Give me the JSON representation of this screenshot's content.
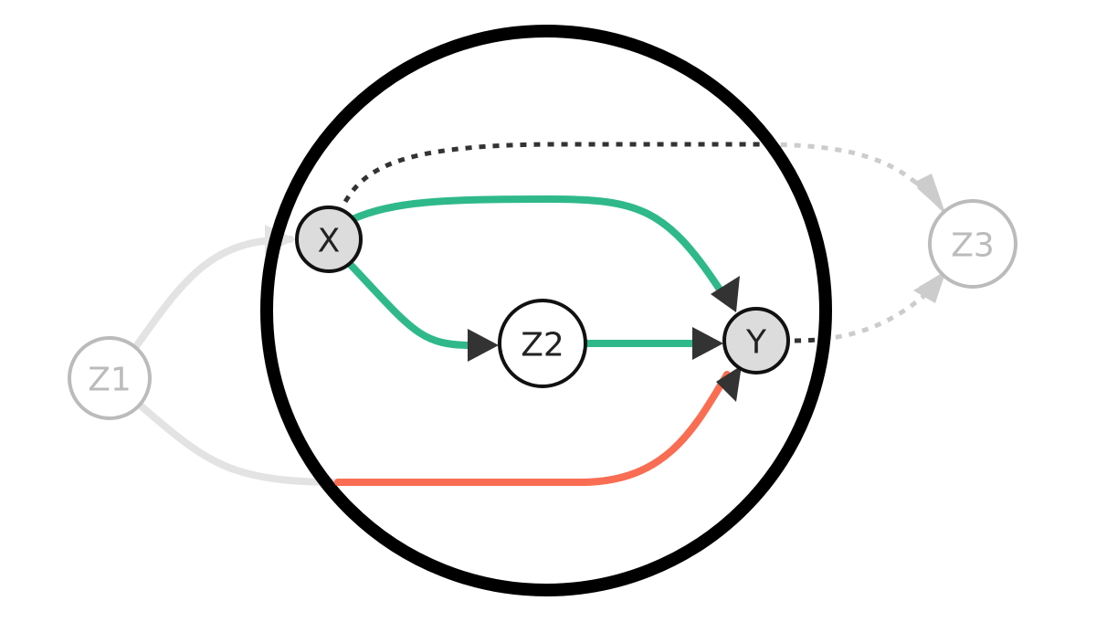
{
  "diagram": {
    "colors": {
      "background": "#ffffff",
      "focus_circle": "#000000",
      "active_edge": "#2fb98a",
      "bias_edge": "#f96d52",
      "faded_edge": "#e3e3e3",
      "faded_dashed": "#cccccc",
      "dark_dashed": "#333333",
      "arrow_dark": "#333333",
      "arrow_faded": "#cccccc",
      "node_fill_active": "#dcdcdc",
      "node_fill_plain": "#ffffff",
      "node_stroke_active": "#111111",
      "node_stroke_faded": "#bbbbbb",
      "text_active": "#222222",
      "text_faded": "#bbbbbb"
    },
    "nodes": {
      "x": "X",
      "y": "Y",
      "z1": "Z1",
      "z2": "Z2",
      "z3": "Z3"
    },
    "edges": [
      {
        "from": "Z1",
        "to": "X",
        "style": "faded"
      },
      {
        "from": "Z1",
        "to": "Y",
        "style": "faded-then-bias"
      },
      {
        "from": "X",
        "to": "Y",
        "style": "active"
      },
      {
        "from": "X",
        "to": "Z2",
        "style": "active"
      },
      {
        "from": "Z2",
        "to": "Y",
        "style": "active"
      },
      {
        "from": "X",
        "to": "Z3",
        "style": "dashed"
      },
      {
        "from": "Y",
        "to": "Z3",
        "style": "dashed"
      }
    ]
  }
}
